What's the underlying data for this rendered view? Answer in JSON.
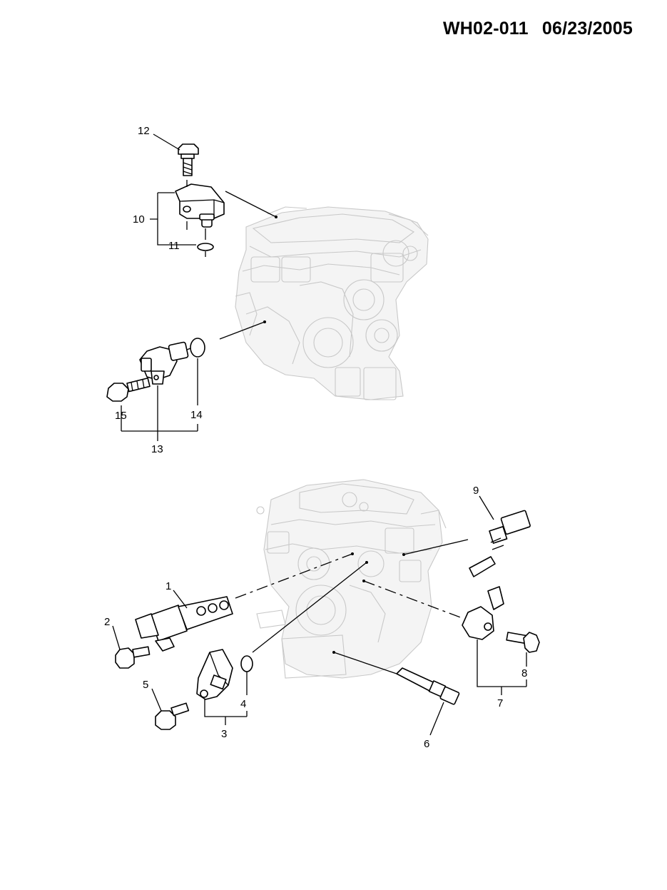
{
  "header": {
    "code": "WH02-011",
    "date": "06/23/2005"
  },
  "callouts": {
    "c1": "1",
    "c2": "2",
    "c3": "3",
    "c4": "4",
    "c5": "5",
    "c6": "6",
    "c7": "7",
    "c8": "8",
    "c9": "9",
    "c10": "10",
    "c11": "11",
    "c12": "12",
    "c13": "13",
    "c14": "14",
    "c15": "15"
  }
}
